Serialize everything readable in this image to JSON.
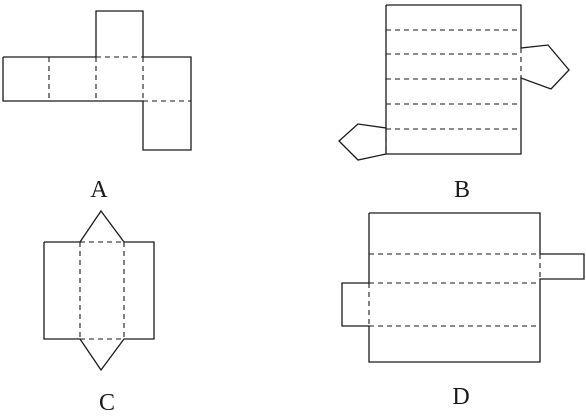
{
  "figures": [
    {
      "key": "A",
      "label": "A",
      "shape": "cube-net"
    },
    {
      "key": "B",
      "label": "B",
      "shape": "pentagonal-prism-net"
    },
    {
      "key": "C",
      "label": "C",
      "shape": "triangular-prism-net"
    },
    {
      "key": "D",
      "label": "D",
      "shape": "prism-net"
    }
  ],
  "colors": {
    "line": "#1a1a1a",
    "background": "#ffffff"
  }
}
